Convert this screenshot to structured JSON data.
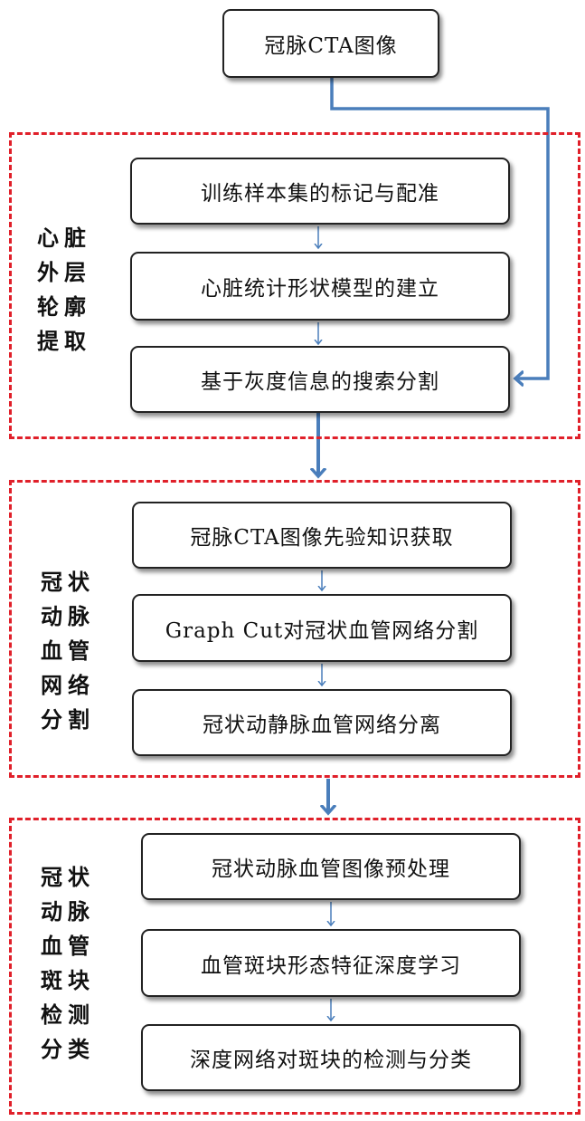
{
  "start_node": {
    "label": "冠脉CTA图像"
  },
  "groups": [
    {
      "label_lines": [
        "心脏",
        "外层",
        "轮廓",
        "提取"
      ],
      "steps": [
        "训练样本集的标记与配准",
        "心脏统计形状模型的建立",
        "基于灰度信息的搜索分割"
      ]
    },
    {
      "label_lines": [
        "冠状",
        "动脉",
        "血管",
        "网络",
        "分割"
      ],
      "steps": [
        "冠脉CTA图像先验知识获取",
        "Graph Cut对冠状血管网络分割",
        "冠状动静脉血管网络分离"
      ]
    },
    {
      "label_lines": [
        "冠状",
        "动脉",
        "血管",
        "斑块",
        "检测",
        "分类"
      ],
      "steps": [
        "冠状动脉血管图像预处理",
        "血管斑块形态特征深度学习",
        "深度网络对斑块的检测与分类"
      ]
    }
  ],
  "colors": {
    "arrow": "#4a7ebb",
    "group_border": "#e0202a",
    "box_border": "#222222"
  }
}
